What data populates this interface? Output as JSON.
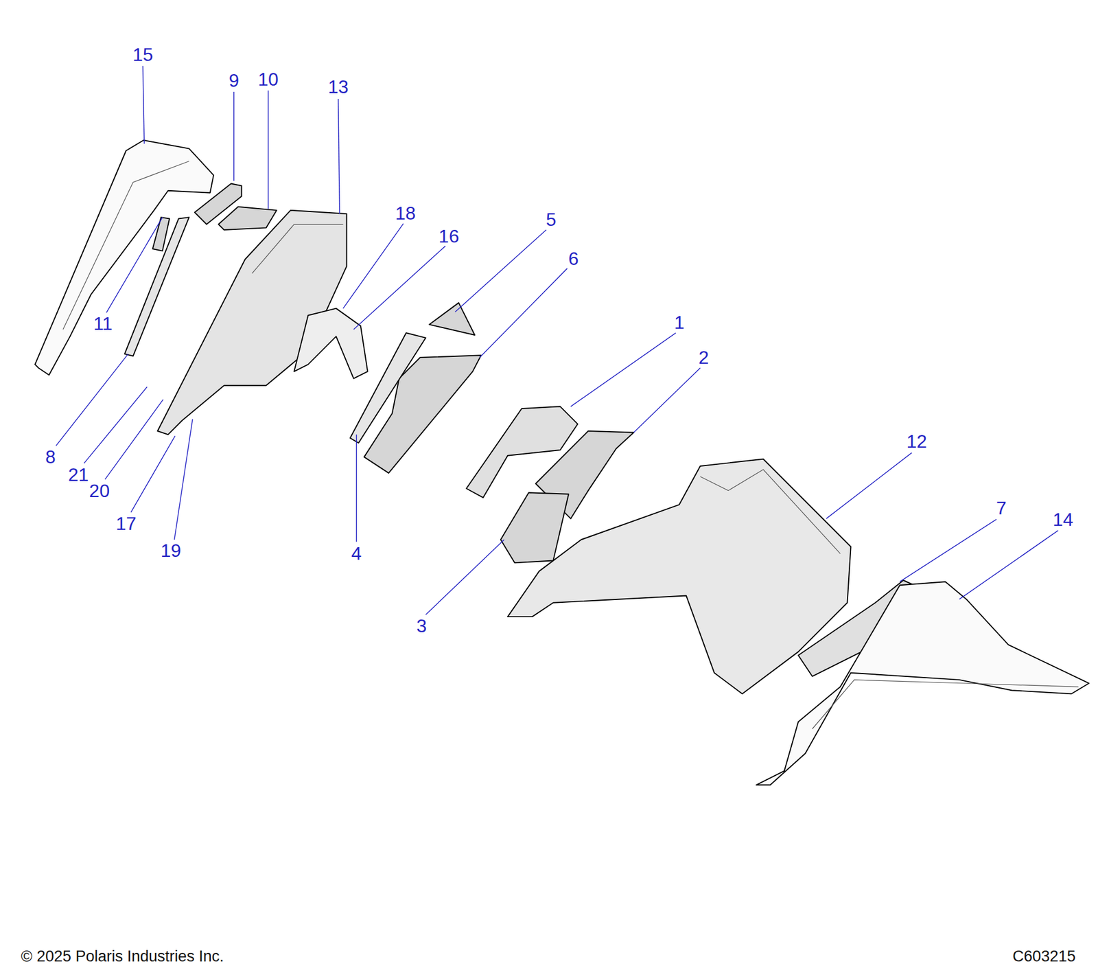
{
  "diagram": {
    "labels": [
      "15",
      "9",
      "10",
      "13",
      "18",
      "16",
      "5",
      "6",
      "1",
      "2",
      "12",
      "7",
      "14",
      "11",
      "8",
      "21",
      "20",
      "17",
      "19",
      "4",
      "3",
      "© 2025 Polaris Industries Inc.",
      "C603215"
    ]
  }
}
